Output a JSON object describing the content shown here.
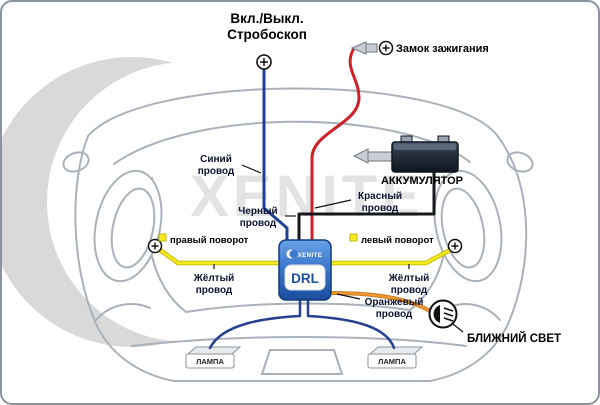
{
  "meta": {
    "description": "DRL daytime running light module wiring diagram on car front view",
    "brand": "XENITE"
  },
  "colors": {
    "blue_wire": "#1f3f96",
    "red_wire": "#cf2128",
    "black_wire": "#15181c",
    "yellow_wire": "#f4ea1f",
    "orange_wire": "#f0952f",
    "drl_box_blue": "#3c79cc",
    "car_outline": "#a9b2ba"
  },
  "labels": {
    "strobe_line1": "Вкл./Выкл.",
    "strobe_line2": "Стробоскоп",
    "ignition": "Замок зажигания",
    "battery": "АККУМУЛЯТОР",
    "blue_l1": "Синий",
    "blue_l2": "провод",
    "red_l1": "Красный",
    "red_l2": "провод",
    "black_l1": "Черный",
    "black_l2": "провод",
    "right_turn": "правый поворот",
    "left_turn": "левый поворот",
    "yellow_l1": "Жёлтый",
    "yellow_l2": "провод",
    "orange_l1": "Оранжевый",
    "orange_l2": "провод",
    "low_beam": "БЛИЖНИЙ СВЕТ",
    "lamp": "ЛАМПА",
    "drl": "DRL",
    "xenite": "XENITE"
  }
}
